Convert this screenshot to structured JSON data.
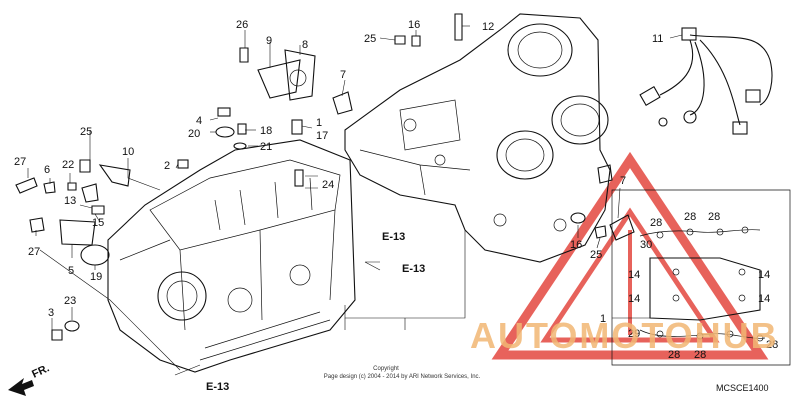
{
  "callouts": [
    "26",
    "9",
    "8",
    "16",
    "12",
    "25",
    "11",
    "7",
    "4",
    "18",
    "20",
    "17",
    "21",
    "1",
    "2",
    "25",
    "10",
    "27",
    "6",
    "22",
    "13",
    "15",
    "24",
    "27",
    "5",
    "19",
    "23",
    "3",
    "7",
    "16",
    "25",
    "28",
    "28",
    "28",
    "30",
    "14",
    "14",
    "14",
    "14",
    "29",
    "28",
    "28",
    "28",
    "1"
  ],
  "refs": [
    "E-13",
    "E-13",
    "E-13"
  ],
  "direction": "FR.",
  "copyright_lines": [
    "Copyright",
    "Page design (c) 2004 - 2014 by ARI Network Services, Inc."
  ],
  "diagram_code": "MCSCE1400",
  "watermark": "AUTOMOTOHUB",
  "colors": {
    "watermark_red": "#e23b33",
    "watermark_orange": "#f2b774"
  }
}
